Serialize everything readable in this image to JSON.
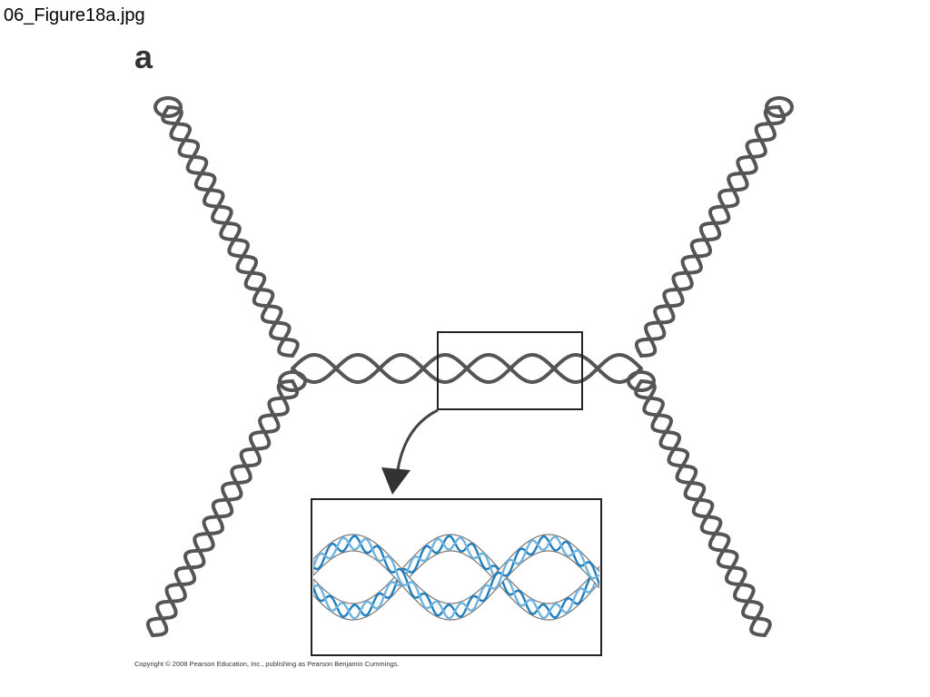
{
  "file_title": "06_Figure18a.jpg",
  "panel_label": "a",
  "copyright": "Copyright © 2008 Pearson Education, Inc., publishing as Pearson Benjamin Cummings.",
  "colors": {
    "strand": "#555555",
    "dna_dark": "#1f7fbf",
    "dna_light": "#6fb3de",
    "ribbon_outline": "#777777",
    "ribbon_fill": "#ffffff",
    "box_border": "#222222"
  },
  "icons": {
    "arrow": "curved-arrow-icon"
  }
}
